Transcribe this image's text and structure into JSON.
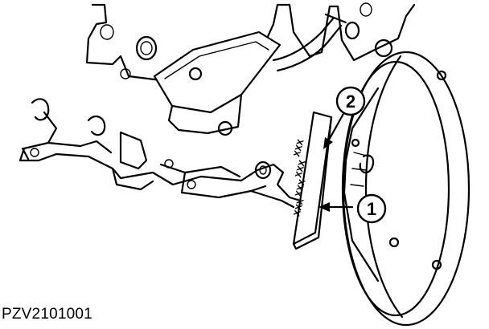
{
  "figure_id": "PZV2101001",
  "callouts": [
    {
      "number": "1"
    },
    {
      "number": "2"
    }
  ],
  "timing_marks": "XXX"
}
